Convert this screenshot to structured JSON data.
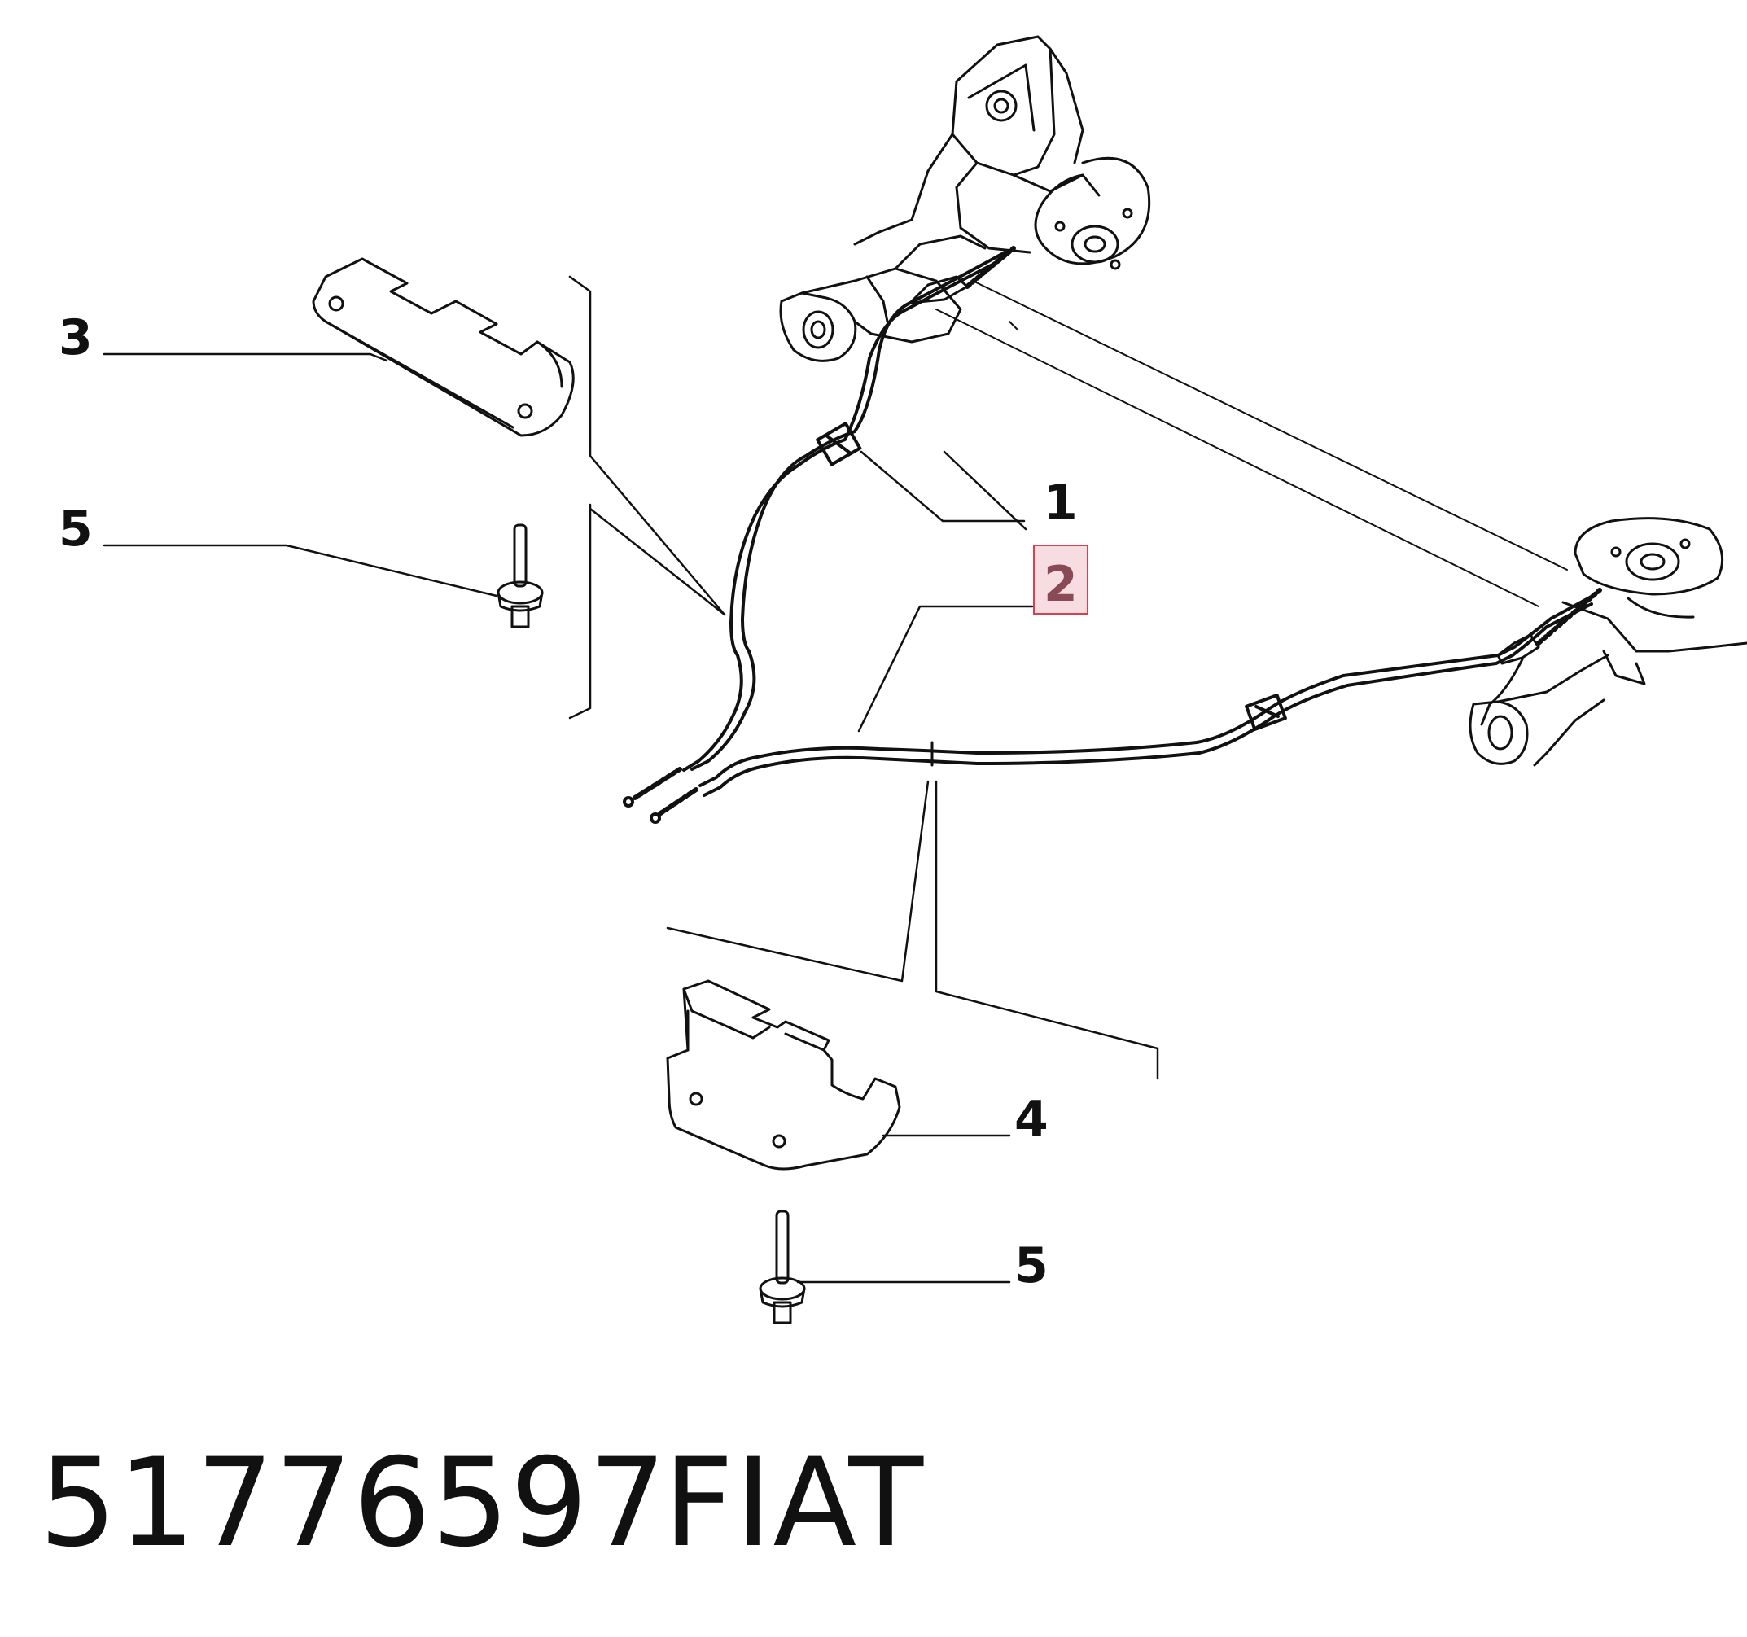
{
  "callouts": {
    "c1": "1",
    "c2": "2",
    "c3": "3",
    "c4": "4",
    "c5a": "5",
    "c5b": "5"
  },
  "highlighted_callout": "2",
  "colors": {
    "line": "#111111",
    "highlight_border": "#d9404f",
    "highlight_fill": "#f7dde1"
  },
  "footer": {
    "part_number": "51776597",
    "brand": "FIAT"
  }
}
